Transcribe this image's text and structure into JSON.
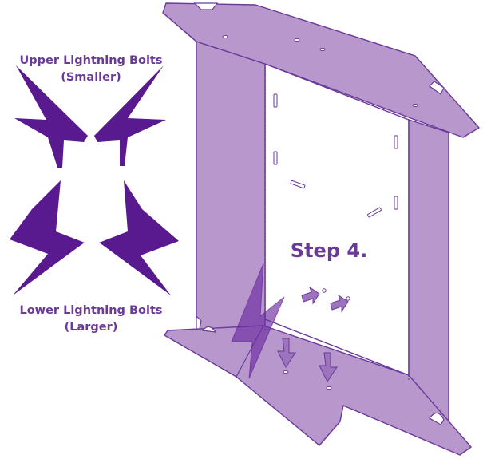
{
  "labels": {
    "upper_title": "Upper Lightning Bolts",
    "upper_sub": "(Smaller)",
    "lower_title": "Lower Lightning Bolts",
    "lower_sub": "(Larger)",
    "step": "Step 4."
  },
  "colors": {
    "panel_fill": "#b898cc",
    "panel_stroke": "#6a3a99",
    "bolt_fill": "#5a1a8f",
    "bolt_translucent": "#6a2aa0",
    "arrow_fill": "#9c73bd",
    "text": "#6a3a99"
  }
}
